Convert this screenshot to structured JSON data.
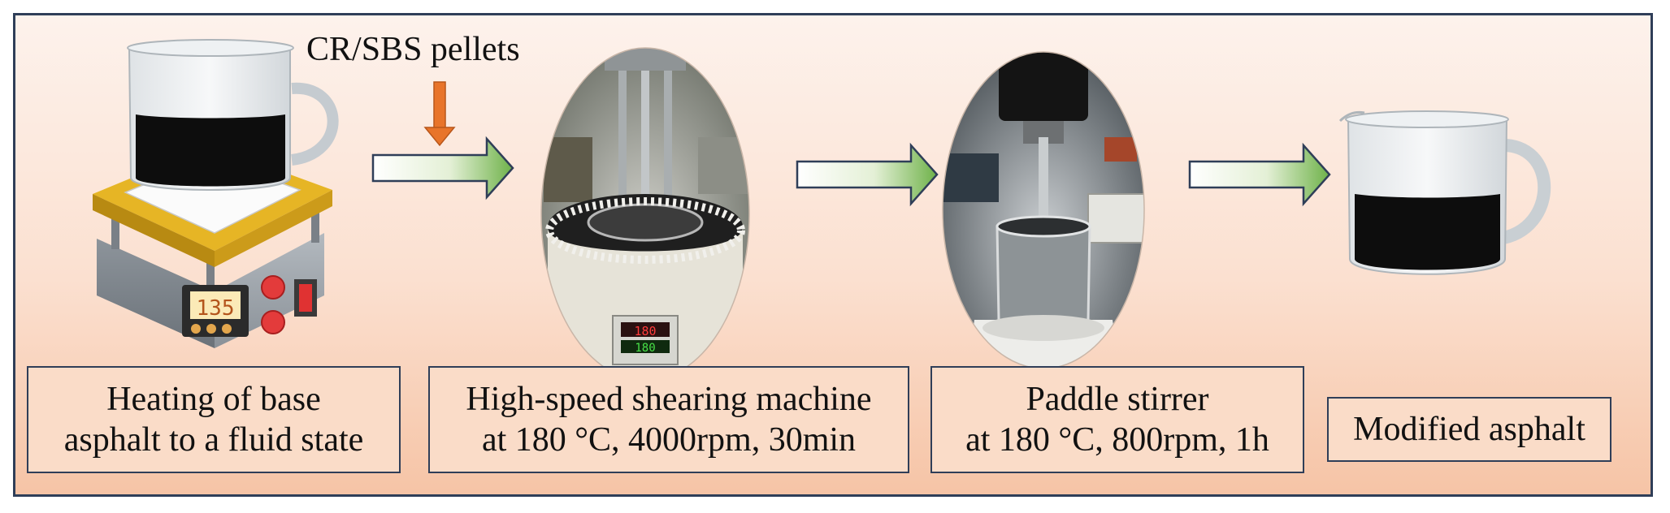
{
  "figure": {
    "pellet_label": "CR/SBS pellets",
    "hotplate_display": "135",
    "machine_display_top": "180",
    "machine_display_bottom": "180",
    "steps": [
      {
        "line1": "Heating of base",
        "line2": "asphalt to a fluid state"
      },
      {
        "line1": "High-speed shearing machine",
        "line2": "at 180 °C, 4000rpm, 30min"
      },
      {
        "line1": "Paddle stirrer",
        "line2": "at 180 °C, 800rpm, 1h"
      },
      {
        "line1": "Modified asphalt"
      }
    ]
  },
  "colors": {
    "frame": "#2f3e58",
    "pellet_arrow": "#e8742a",
    "flow_arrow_tip": "#6fb24a",
    "asphalt": "#0d0d0d",
    "hotplate_yellow": "#d9a419",
    "hotplate_body": "#9aa1a9"
  }
}
